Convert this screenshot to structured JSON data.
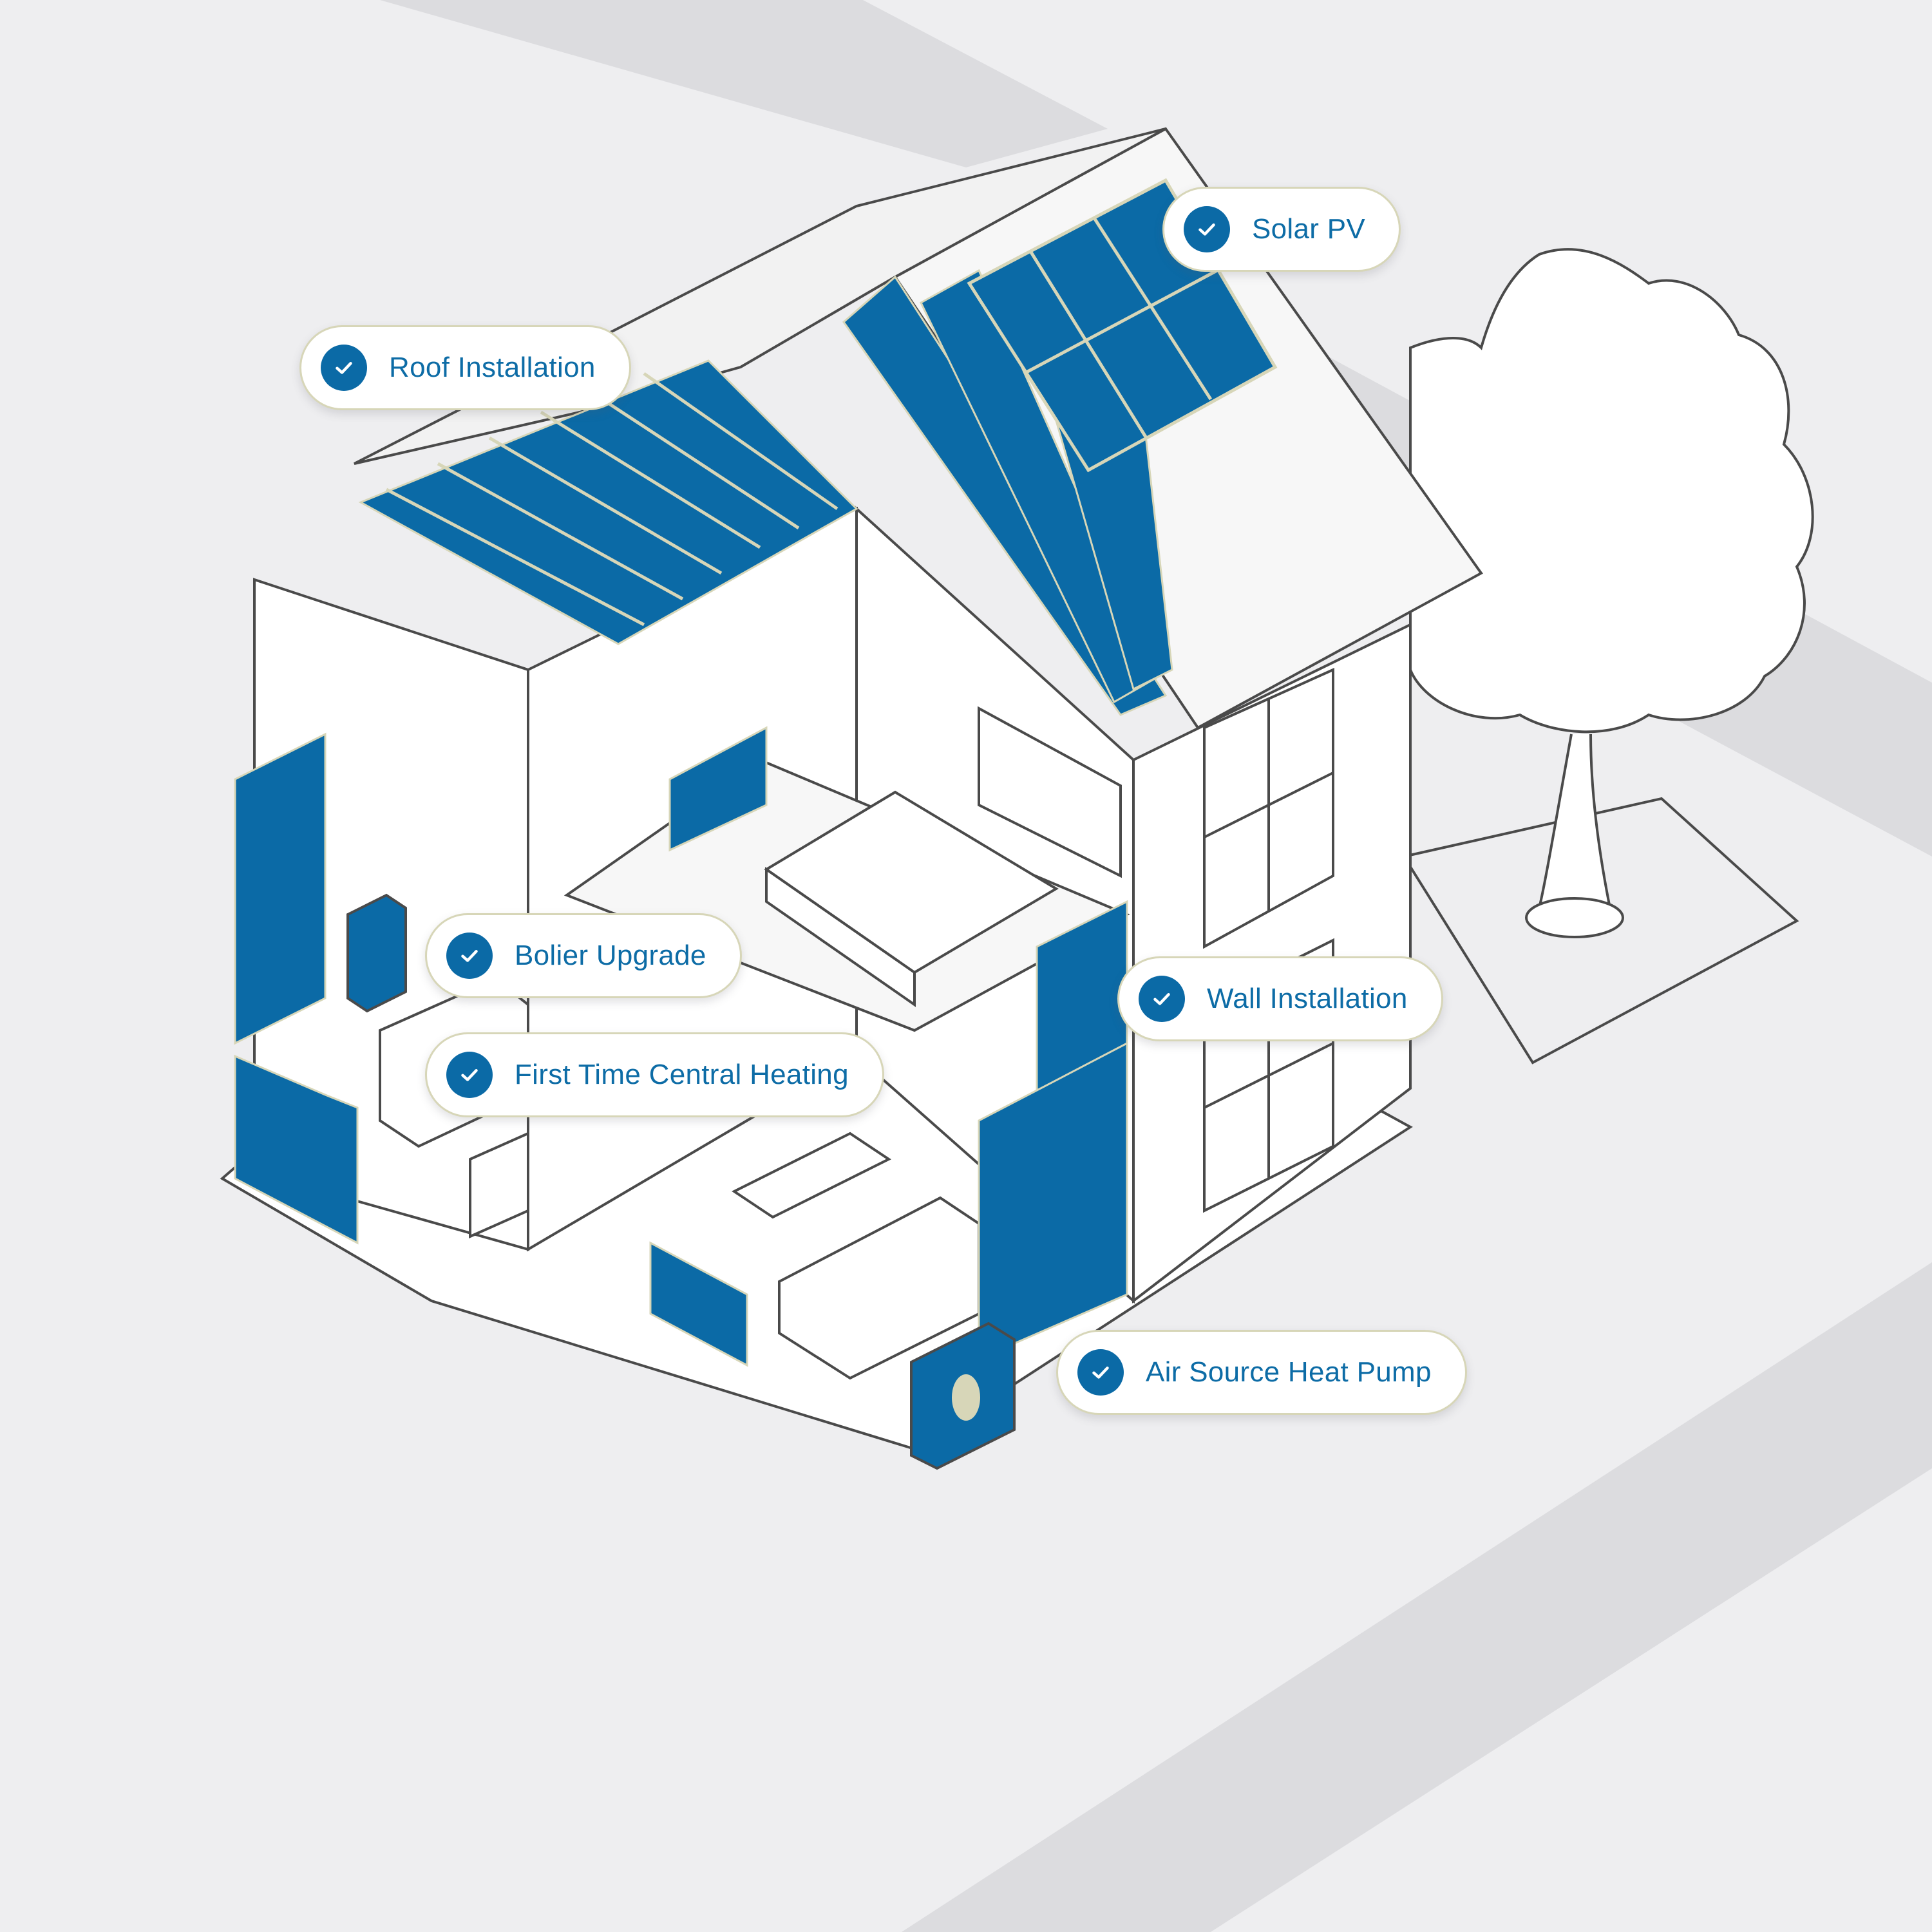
{
  "colors": {
    "background": "#eeeef0",
    "road": "#dcdcdf",
    "accent_blue": "#0b6aa6",
    "label_text": "#0d6ca6",
    "pill_border": "#d7d6b8",
    "line": "#4a4a4a"
  },
  "callouts": [
    {
      "id": "solar-pv",
      "label": "Solar PV",
      "icon": "check-circle-icon"
    },
    {
      "id": "roof-installation",
      "label": "Roof Installation",
      "icon": "check-circle-icon"
    },
    {
      "id": "bolier-upgrade",
      "label": "Bolier Upgrade",
      "icon": "check-circle-icon"
    },
    {
      "id": "wall-installation",
      "label": "Wall Installation",
      "icon": "check-circle-icon"
    },
    {
      "id": "first-time-central-heating",
      "label": "First Time Central Heating",
      "icon": "check-circle-icon"
    },
    {
      "id": "air-source-heat-pump",
      "label": "Air Source Heat Pump",
      "icon": "check-circle-icon"
    }
  ]
}
